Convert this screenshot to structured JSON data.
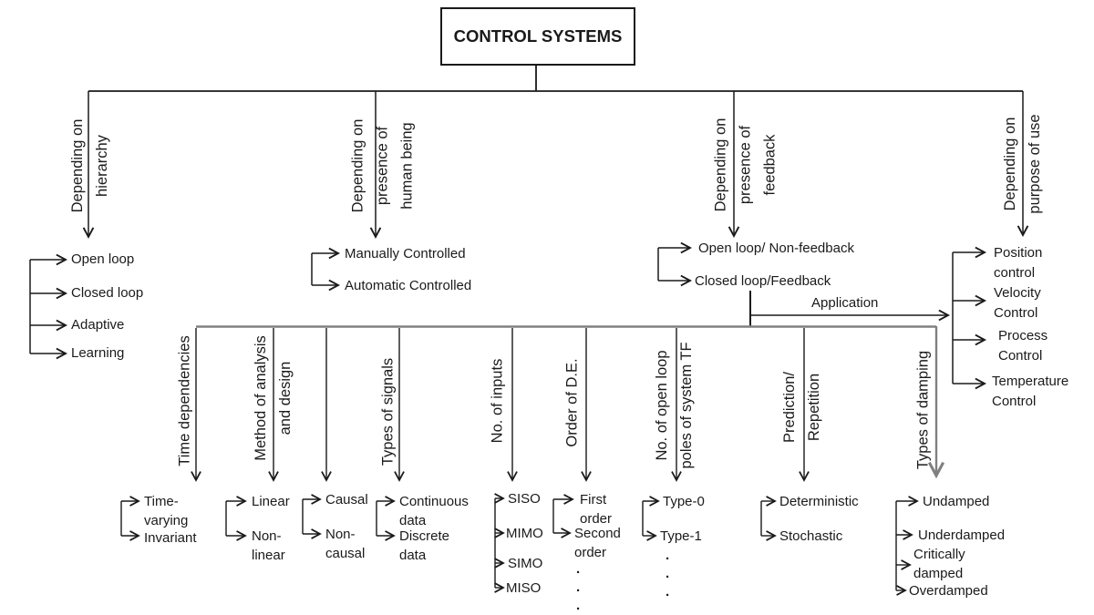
{
  "title": "CONTROL SYSTEMS",
  "application_label": "Application",
  "top_branches": [
    {
      "label": "Depending on\nhierarchy",
      "children": [
        "Open loop",
        "Closed loop",
        "Adaptive",
        "Learning"
      ]
    },
    {
      "label": "Depending on\npresence of\nhuman being",
      "children": [
        "Manually Controlled",
        "Automatic Controlled"
      ]
    },
    {
      "label": "Depending on\npresence of\nfeedback",
      "children": [
        "Open loop/ Non-feedback",
        "Closed loop/Feedback"
      ]
    },
    {
      "label": "Depending on\npurpose of use",
      "children": [
        "Position\ncontrol",
        "Velocity\nControl",
        "Process\nControl",
        "Temperature\nControl"
      ]
    }
  ],
  "sub_branches": [
    {
      "label": "Time dependencies",
      "children": [
        "Time-\nvarying",
        "Invariant"
      ]
    },
    {
      "label": "Method of analysis\nand design",
      "children": [
        "Linear",
        "Non-\nlinear"
      ]
    },
    {
      "label": "",
      "children": [
        "Causal",
        "Non-\ncausal"
      ]
    },
    {
      "label": "Types of signals",
      "children": [
        "Continuous\ndata",
        "Discrete\ndata"
      ]
    },
    {
      "label": "No. of inputs",
      "children": [
        "SISO",
        "MIMO",
        "SIMO",
        "MISO"
      ]
    },
    {
      "label": "Order of D.E.",
      "children": [
        "First\norder",
        "Second\norder"
      ],
      "ellipsis": ".\n.\n."
    },
    {
      "label": "No. of open loop\npoles of system TF",
      "children": [
        "Type-0",
        "Type-1"
      ],
      "ellipsis": ".\n.\n."
    },
    {
      "label": "Prediction/\nRepetition",
      "children": [
        "Deterministic",
        "Stochastic"
      ]
    },
    {
      "label": "Types of damping",
      "children": [
        "Undamped",
        "Underdamped",
        "Critically\ndamped",
        "Overdamped"
      ]
    }
  ],
  "colors": {
    "line": "#1a1a1a",
    "gray_line": "#808080",
    "background": "#ffffff",
    "text": "#1a1a1a"
  }
}
